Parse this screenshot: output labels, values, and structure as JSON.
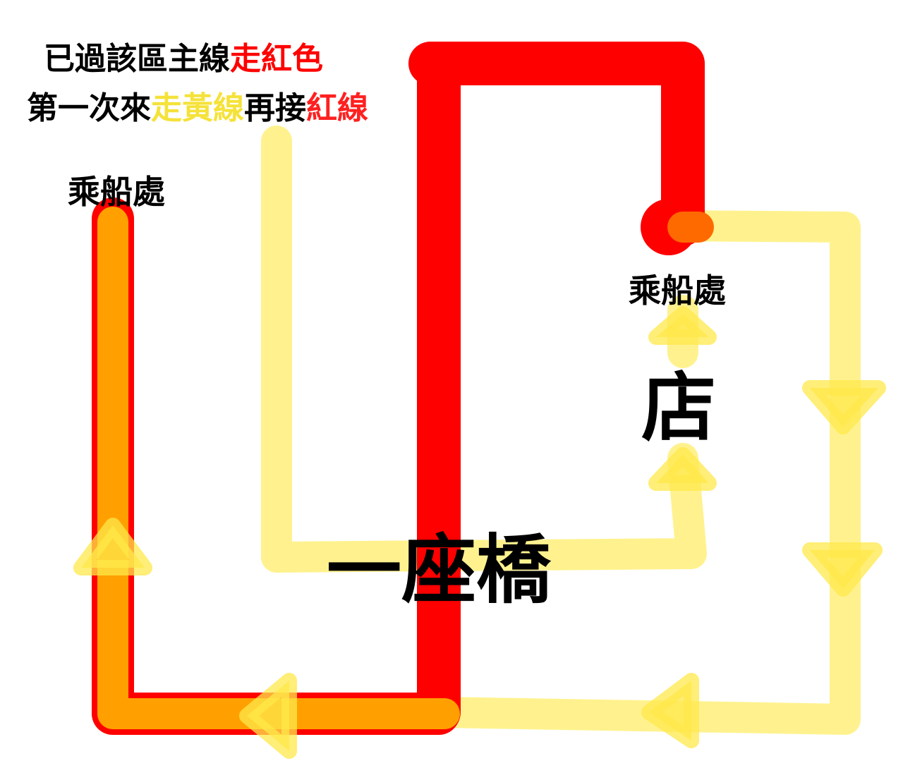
{
  "legend": {
    "line1": {
      "black": "已過該區主線",
      "red": "走紅色"
    },
    "line2": {
      "black1": "第一次來",
      "yellow": "走黃線",
      "black2": "再接",
      "red": "紅線"
    }
  },
  "labels": {
    "boarding_left": "乘船處",
    "boarding_right": "乘船處",
    "store": "店",
    "bridge": "一座橋"
  },
  "colors": {
    "red": "#ff0000",
    "orange": "#ffa000",
    "yellow": "#fff07a",
    "yellow_text": "#f5e23a",
    "text": "#000000"
  }
}
